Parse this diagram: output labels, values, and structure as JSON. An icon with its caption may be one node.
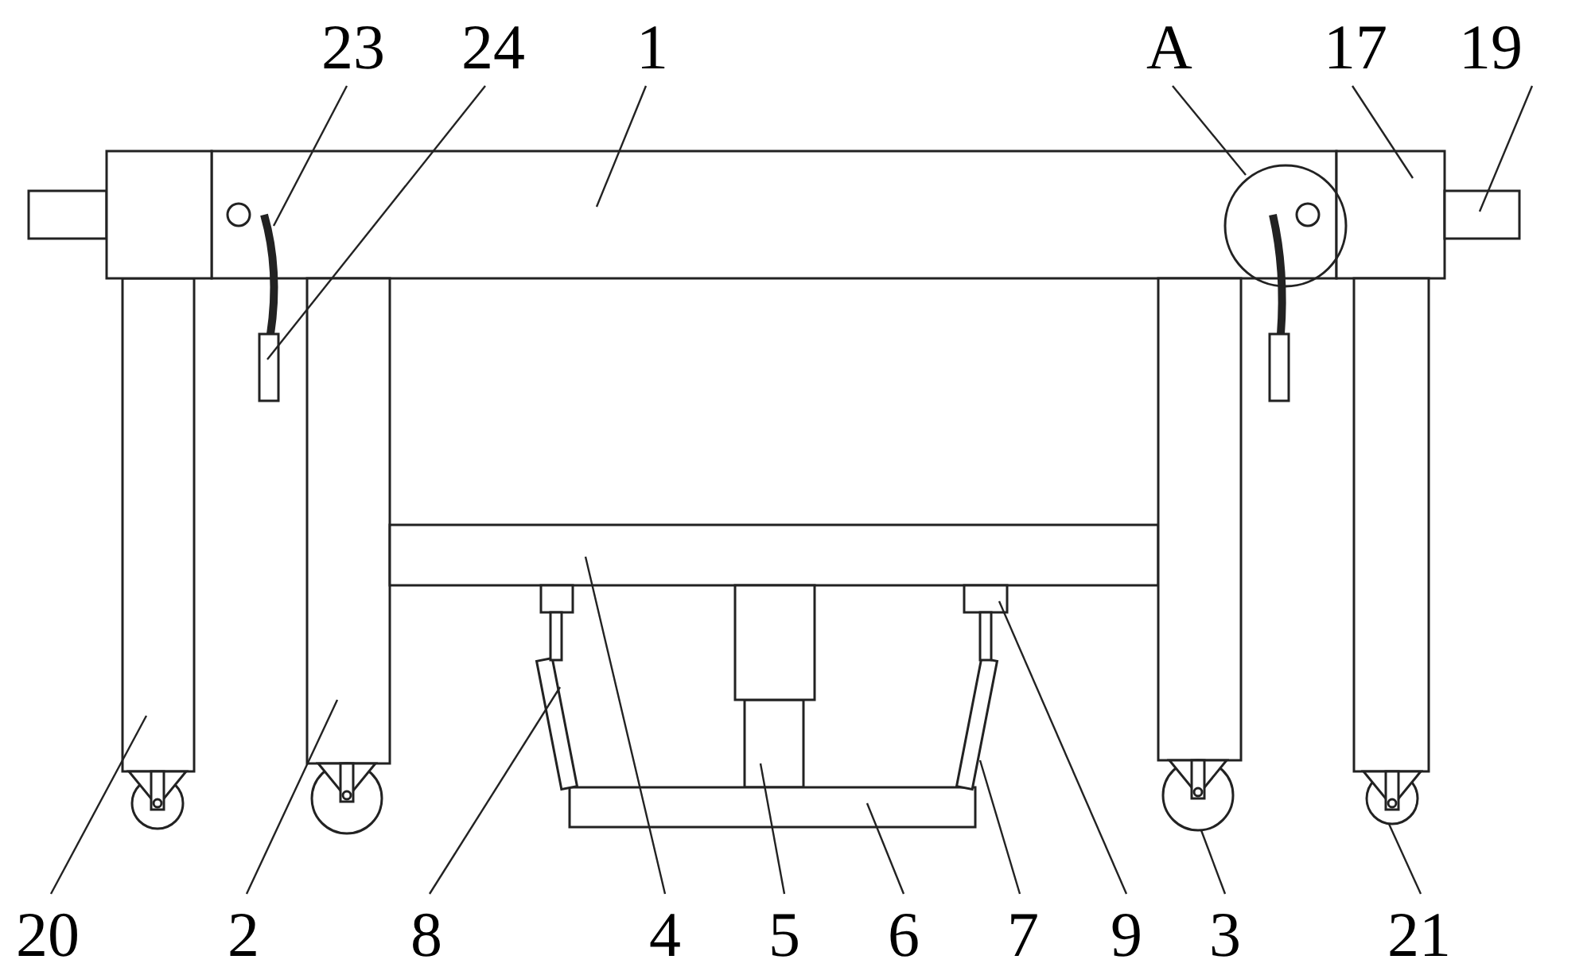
{
  "diagram": {
    "nodes": [
      {
        "text": [
          "23"
        ]
      },
      {
        "text": [],
        "shape": "bar"
      },
      {
        "text": [
          "24"
        ]
      },
      {
        "text": [],
        "shape": "bar"
      },
      {
        "text": [
          "1"
        ]
      },
      {
        "text": [],
        "shape": "bar"
      },
      {
        "text": [
          "A"
        ]
      },
      {
        "text": [],
        "shape": "circle"
      },
      {
        "text": [
          "17"
        ]
      },
      {
        "text": [],
        "shape": "box"
      },
      {
        "text": [
          "19"
        ]
      },
      {
        "text": [],
        "shape": "box"
      },
      {
        "text": [
          "20"
        ]
      },
      {
        "text": [],
        "shape": "bar"
      },
      {
        "text": [
          "2"
        ]
      },
      {
        "text": [],
        "shape": "bar"
      },
      {
        "text": [
          "8"
        ]
      },
      {
        "text": [],
        "shape": "bar"
      },
      {
        "text": [
          "4"
        ]
      },
      {
        "text": [],
        "shape": "bar"
      },
      {
        "text": [
          "5"
        ]
      },
      {
        "text": [],
        "shape": "bar"
      },
      {
        "text": [
          "6"
        ]
      },
      {
        "text": [],
        "shape": "bar"
      },
      {
        "text": [
          "7"
        ]
      },
      {
        "text": [],
        "shape": "bar"
      },
      {
        "text": [
          "9"
        ]
      },
      {
        "text": [],
        "shape": "box"
      },
      {
        "text": [
          "3"
        ]
      },
      {
        "text": [],
        "shape": "circle"
      },
      {
        "text": [
          "21"
        ]
      },
      {
        "text": [],
        "shape": "circle"
      }
    ],
    "edges": [
      {
        "from": 0,
        "to": 1,
        "arrow": "none"
      },
      {
        "from": 2,
        "to": 3,
        "arrow": "none"
      },
      {
        "from": 4,
        "to": 5,
        "arrow": "none"
      },
      {
        "from": 6,
        "to": 7,
        "arrow": "none"
      },
      {
        "from": 8,
        "to": 9,
        "arrow": "none"
      },
      {
        "from": 10,
        "to": 11,
        "arrow": "none"
      },
      {
        "from": 12,
        "to": 13,
        "arrow": "none"
      },
      {
        "from": 14,
        "to": 15,
        "arrow": "none"
      },
      {
        "from": 16,
        "to": 17,
        "arrow": "none"
      },
      {
        "from": 18,
        "to": 19,
        "arrow": "none"
      },
      {
        "from": 20,
        "to": 21,
        "arrow": "none"
      },
      {
        "from": 22,
        "to": 23,
        "arrow": "none"
      },
      {
        "from": 24,
        "to": 25,
        "arrow": "none"
      },
      {
        "from": 26,
        "to": 27,
        "arrow": "none"
      },
      {
        "from": 28,
        "to": 29,
        "arrow": "none"
      },
      {
        "from": 30,
        "to": 31,
        "arrow": "none"
      }
    ]
  }
}
